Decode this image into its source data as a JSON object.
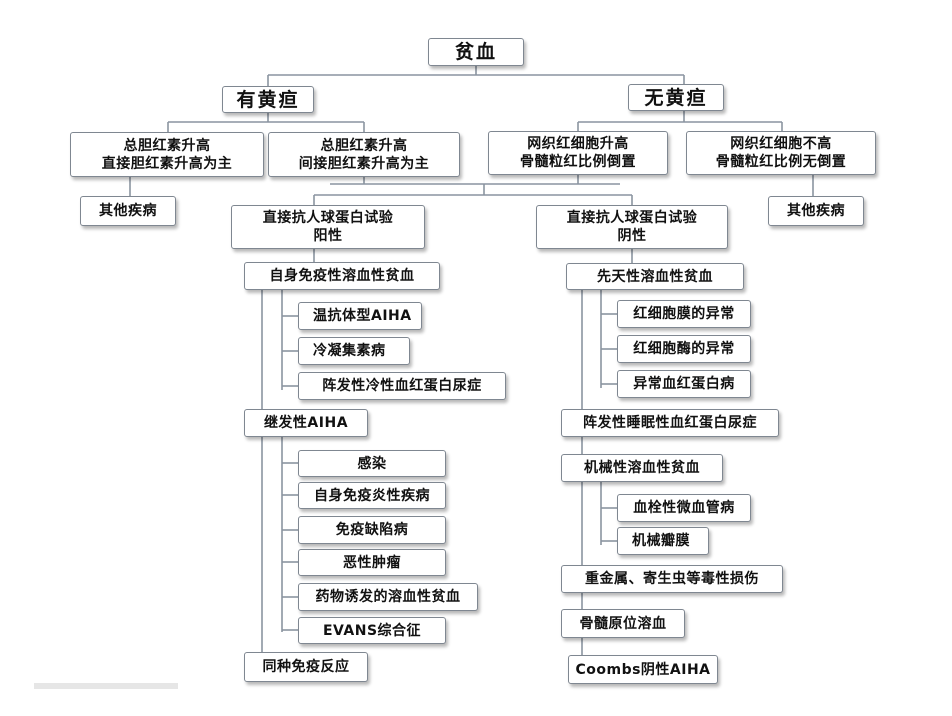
{
  "root": "贫血",
  "branches": {
    "jaundice": "有黄疸",
    "no_jaundice": "无黄疸"
  },
  "level2": {
    "direct_bilirubin": [
      "总胆红素升高",
      "直接胆红素升高为主"
    ],
    "indirect_bilirubin": [
      "总胆红素升高",
      "间接胆红素升高为主"
    ],
    "reticulocyte_high": [
      "网织红细胞升高",
      "骨髓粒红比例倒置"
    ],
    "reticulocyte_not_high": [
      "网织红细胞不高",
      "骨髓粒红比例无倒置"
    ]
  },
  "other_diseases_left": "其他疾病",
  "other_diseases_right": "其他疾病",
  "coombs_positive": [
    "直接抗人球蛋白试验",
    "阳性"
  ],
  "coombs_negative": [
    "直接抗人球蛋白试验",
    "阴性"
  ],
  "positive_branch": {
    "autoimmune": {
      "label": "自身免疫性溶血性贫血",
      "items": [
        "温抗体型AIHA",
        "冷凝集素病",
        "阵发性冷性血红蛋白尿症"
      ]
    },
    "secondary": {
      "label": "继发性AIHA",
      "items": [
        "感染",
        "自身免疫炎性疾病",
        "免疫缺陷病",
        "恶性肿瘤",
        "药物诱发的溶血性贫血",
        "EVANS综合征"
      ]
    },
    "alloimmune": "同种免疫反应"
  },
  "negative_branch": {
    "congenital": {
      "label": "先天性溶血性贫血",
      "items": [
        "红细胞膜的异常",
        "红细胞酶的异常",
        "异常血红蛋白病"
      ]
    },
    "pnh": "阵发性睡眠性血红蛋白尿症",
    "mechanical": {
      "label": "机械性溶血性贫血",
      "items": [
        "血栓性微血管病",
        "机械瓣膜"
      ]
    },
    "toxic": "重金属、寄生虫等毒性损伤",
    "marrow": "骨髓原位溶血",
    "coombs_neg_aiha": "Coombs阴性AIHA"
  }
}
